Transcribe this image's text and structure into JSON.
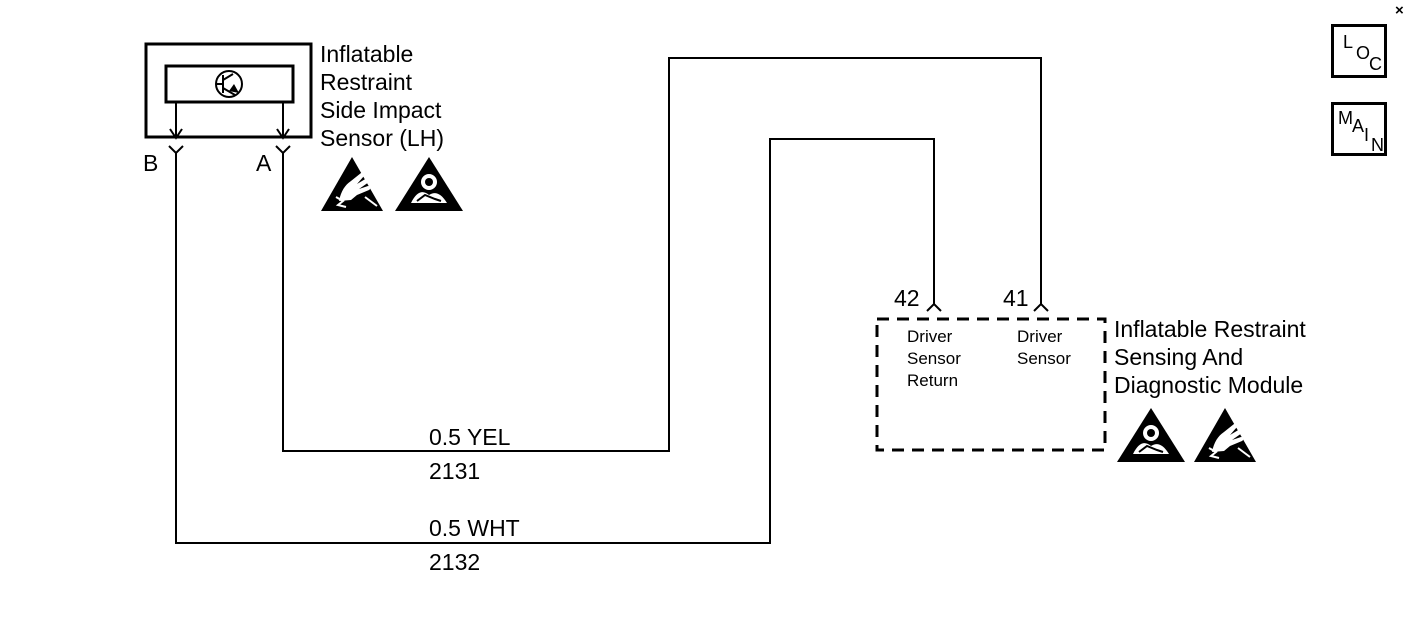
{
  "sensor": {
    "name_lines": [
      "Inflatable",
      "Restraint",
      "Side Impact",
      "Sensor (LH)"
    ],
    "pin_b": "B",
    "pin_a": "A"
  },
  "module": {
    "name_lines": [
      "Inflatable Restraint",
      "Sensing And",
      "Diagnostic Module"
    ],
    "pin_42": "42",
    "pin_41": "41",
    "terminal_42_lines": [
      "Driver",
      "Sensor",
      "Return"
    ],
    "terminal_41_lines": [
      "Driver",
      "Sensor"
    ]
  },
  "wires": {
    "yel_label": "0.5 YEL",
    "yel_circuit": "2131",
    "wht_label": "0.5 WHT",
    "wht_circuit": "2132"
  },
  "nav": {
    "loc_letters": [
      "L",
      "O",
      "C"
    ],
    "main_letters": [
      "M",
      "A",
      "I",
      "N"
    ],
    "close_symbol": "×"
  },
  "icons": [
    "esd-warning-icon",
    "airbag-warning-icon"
  ]
}
